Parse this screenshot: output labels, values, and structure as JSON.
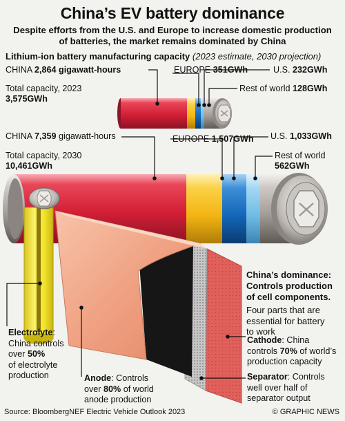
{
  "header": {
    "title": "China’s EV battery dominance",
    "subtitle_line1": "Despite efforts from the U.S. and Europe to increase domestic production",
    "subtitle_line2": "of batteries, the market remains dominated by China"
  },
  "section": {
    "title": "Lithium-ion battery manufacturing capacity",
    "note": "(2023 estimate, 2030 projection)"
  },
  "capacity_2023": {
    "china_label": "CHINA",
    "china_value": "2,864",
    "china_unit": "gigawatt-hours",
    "europe_label": "EUROPE",
    "europe_value": "351GWh",
    "us_label": "U.S.",
    "us_value": "232GWh",
    "row_label": "Rest of world",
    "row_value": "128GWh",
    "total_label": "Total capacity, 2023",
    "total_value": "3,575GWh"
  },
  "capacity_2030": {
    "china_label": "CHINA",
    "china_value": "7,359",
    "china_unit": "gigawatt-hours",
    "europe_label": "EUROPE",
    "europe_value": "1,507GWh",
    "us_label": "U.S.",
    "us_value": "1,033GWh",
    "row_label": "Rest of world",
    "row_value": "562GWh",
    "total_label": "Total capacity, 2030",
    "total_value": "10,461GWh"
  },
  "dominance": {
    "title_line1": "China’s dominance:",
    "title_line2": "Controls production",
    "title_line3": "of cell components.",
    "text_line1": "Four parts that are",
    "text_line2": "essential for battery",
    "text_line3": "to work"
  },
  "parts": {
    "electrolyte": {
      "name": "Electrolyte",
      "colon": ":",
      "l1": "China controls",
      "l2a": "over ",
      "l2b": "50%",
      "l3": "of electrolyte",
      "l4": "production"
    },
    "anode": {
      "name": "Anode",
      "l1a": ": Controls",
      "l2a": "over ",
      "l2b": "80%",
      "l2c": " of world",
      "l3": "anode production"
    },
    "cathode": {
      "name": "Cathode",
      "l1a": ": China",
      "l2a": "controls ",
      "l2b": "70%",
      "l2c": " of world’s",
      "l3": "production capacity"
    },
    "separator": {
      "name": "Separator",
      "l1a": ": Controls",
      "l2": "well over half of",
      "l3": "separator output"
    }
  },
  "footer": {
    "source": "Source: BloombergNEF Electric Vehicle Outlook 2023",
    "credit": "© GRAPHIC NEWS"
  },
  "colors": {
    "china_red": "#d8283c",
    "europe_yellow": "#f6c21f",
    "us_blue": "#1d74c4",
    "row_lightblue": "#80c6ec",
    "steel": "#b8b3af",
    "electrolyte_yellow": "#f0e22a",
    "anode_salmon": "#f0a283",
    "cathode_red": "#e0605c"
  }
}
